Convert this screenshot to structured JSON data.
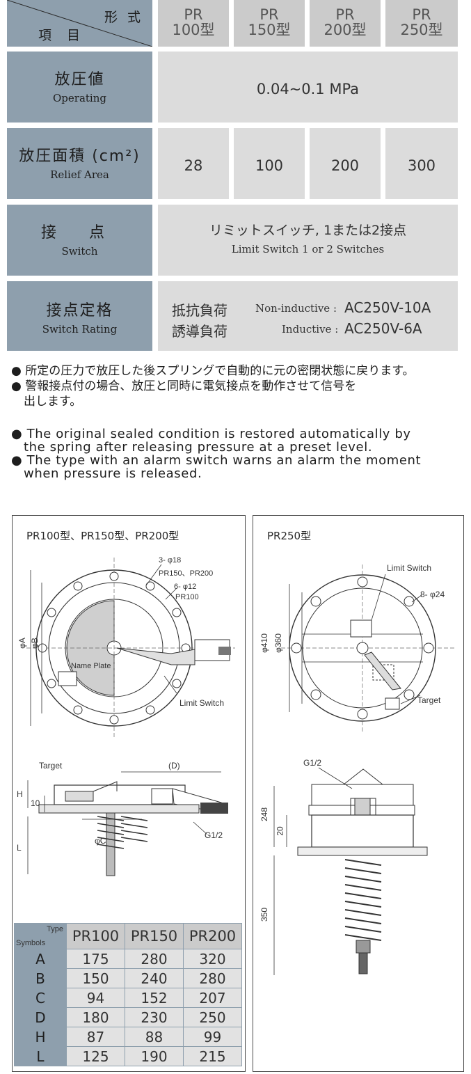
{
  "spec_table": {
    "corner_top": "形 式",
    "corner_bottom": "項 目",
    "models": [
      {
        "top": "PR",
        "bottom": "100型"
      },
      {
        "top": "PR",
        "bottom": "150型"
      },
      {
        "top": "PR",
        "bottom": "200型"
      },
      {
        "top": "PR",
        "bottom": "250型"
      }
    ],
    "rows": {
      "operating": {
        "jp": "放圧値",
        "en": "Operating",
        "value": "0.04~0.1 MPa"
      },
      "relief_area": {
        "jp": "放圧面積 (cm²)",
        "en": "Relief Area",
        "values": [
          "28",
          "100",
          "200",
          "300"
        ]
      },
      "switch": {
        "jp": "接 点",
        "en": "Switch",
        "value_jp": "リミットスイッチ, 1または2接点",
        "value_en": "Limit Switch 1 or 2 Switches"
      },
      "switch_rating": {
        "jp": "接点定格",
        "en": "Switch Rating",
        "lines": [
          {
            "jp": "抵抗負荷",
            "en": "Non-inductive :",
            "value": "AC250V-10A"
          },
          {
            "jp": "誘導負荷",
            "en": "Inductive :",
            "value": "AC250V-6A"
          }
        ]
      }
    }
  },
  "notes_jp": [
    "所定の圧力で放圧した後スプリングで自動的に元の密閉状態に戻ります。",
    "警報接点付の場合、放圧と同時に電気接点を動作させて信号を",
    "出します。"
  ],
  "notes_en": [
    "The original sealed condition is restored automatically by",
    "the spring after releasing pressure at a preset level.",
    "The type with an alarm switch warns an alarm the moment",
    "when pressure is released."
  ],
  "drawing_left": {
    "title": "PR100型、PR150型、PR200型",
    "callout_holes_1a": "3- φ18",
    "callout_holes_1b": "PR150、PR200",
    "callout_holes_2a": "6- φ12",
    "callout_holes_2b": "PR100",
    "dim_A": "φA",
    "dim_B": "φB",
    "name_plate": "Name Plate",
    "limit_switch": "Limit Switch",
    "target": "Target",
    "dim_D": "(D)",
    "dim_H": "H",
    "dim_10": "10",
    "dim_C": "φC",
    "dim_L": "L",
    "g12": "G1/2"
  },
  "dim_table": {
    "type_label": "Type",
    "symbols_label": "Symbols",
    "models": [
      "PR100",
      "PR150",
      "PR200"
    ],
    "rows": [
      {
        "sym": "A",
        "vals": [
          "175",
          "280",
          "320"
        ]
      },
      {
        "sym": "B",
        "vals": [
          "150",
          "240",
          "280"
        ]
      },
      {
        "sym": "C",
        "vals": [
          "94",
          "152",
          "207"
        ]
      },
      {
        "sym": "D",
        "vals": [
          "180",
          "230",
          "250"
        ]
      },
      {
        "sym": "H",
        "vals": [
          "87",
          "88",
          "99"
        ]
      },
      {
        "sym": "L",
        "vals": [
          "125",
          "190",
          "215"
        ]
      }
    ]
  },
  "drawing_right": {
    "title": "PR250型",
    "limit_switch": "Limit Switch",
    "holes": "8- φ24",
    "dim_410": "φ410",
    "dim_360": "φ360",
    "target": "Target",
    "g12": "G1/2",
    "dim_248": "248",
    "dim_20": "20",
    "dim_350": "350"
  },
  "colors": {
    "label_blue": "#8e9fad",
    "header_gray": "#cbcbcb",
    "value_gray": "#dcdcdc"
  }
}
